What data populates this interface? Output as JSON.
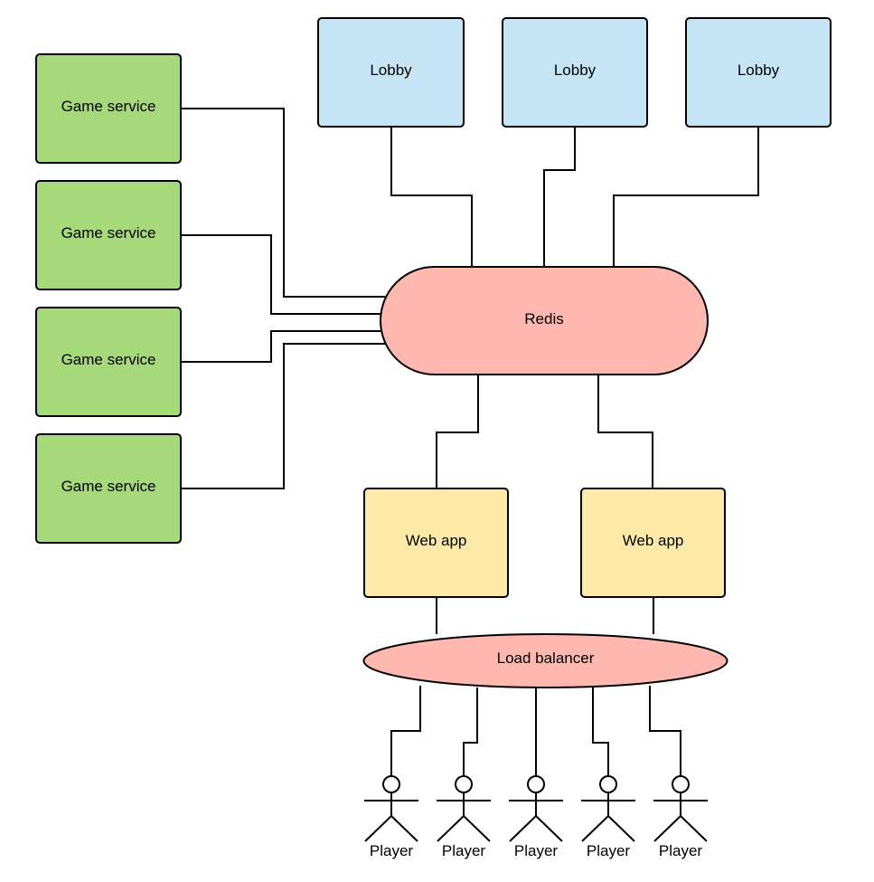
{
  "colors": {
    "game_service": "#a5d97a",
    "lobby": "#c5e4f6",
    "redis": "#ffb8b0",
    "web_app": "#fdeaa8",
    "load_balancer": "#ffb8b0",
    "stroke": "#000000"
  },
  "lobbies": [
    "Lobby",
    "Lobby",
    "Lobby"
  ],
  "game_services": [
    "Game service",
    "Game service",
    "Game service",
    "Game service"
  ],
  "redis": {
    "label": "Redis"
  },
  "web_apps": [
    "Web app",
    "Web app"
  ],
  "load_balancer": {
    "label": "Load balancer"
  },
  "players": [
    "Player",
    "Player",
    "Player",
    "Player",
    "Player"
  ],
  "icons": {
    "player": "person-actor-icon"
  }
}
